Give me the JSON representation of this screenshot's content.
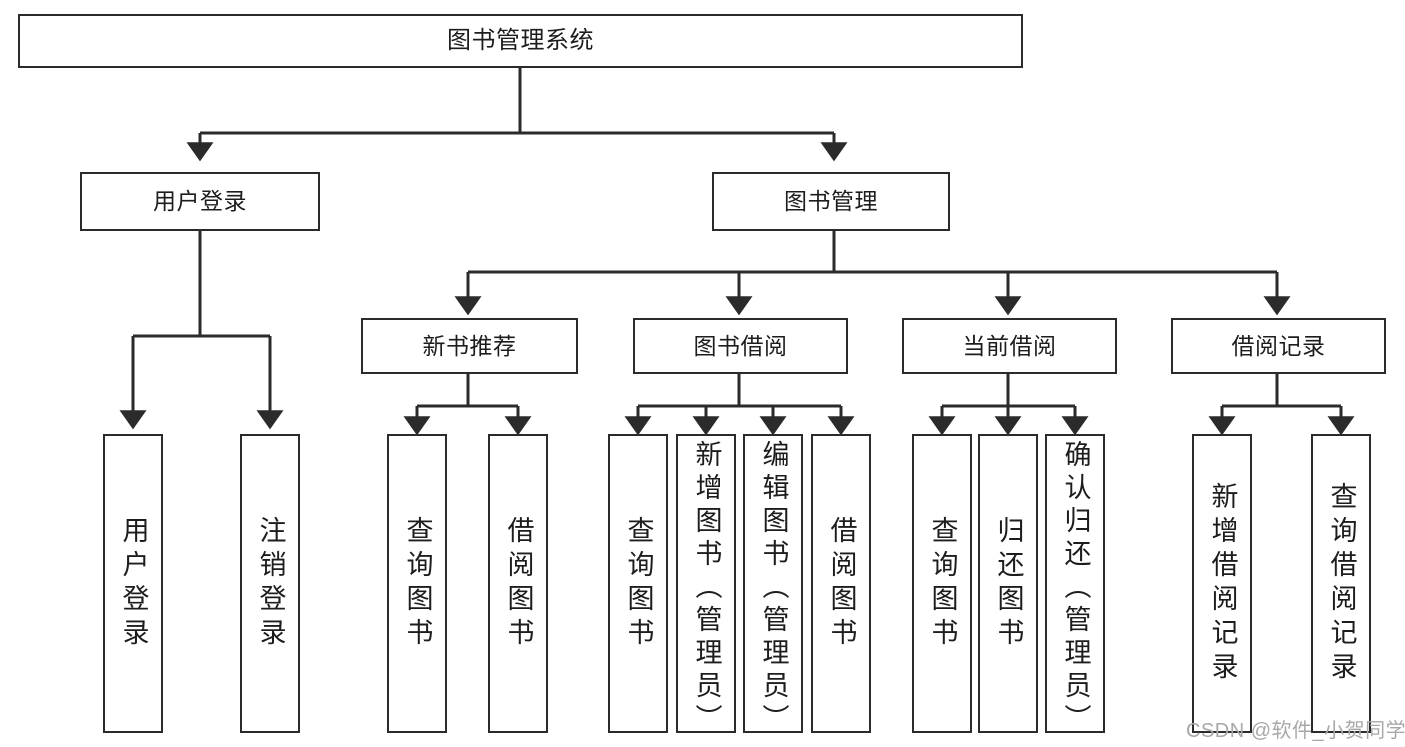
{
  "diagram": {
    "title": "图书管理系统",
    "type": "tree-hierarchy",
    "root": {
      "label": "图书管理系统"
    },
    "level1": [
      {
        "label": "用户登录"
      },
      {
        "label": "图书管理"
      }
    ],
    "level2": [
      {
        "label": "新书推荐"
      },
      {
        "label": "图书借阅"
      },
      {
        "label": "当前借阅"
      },
      {
        "label": "借阅记录"
      }
    ],
    "leaves": {
      "user_login": [
        {
          "label": "用户登录"
        },
        {
          "label": "注销登录"
        }
      ],
      "new_book_recommend": [
        {
          "label": "查询图书"
        },
        {
          "label": "借阅图书"
        }
      ],
      "book_borrow": [
        {
          "label": "查询图书"
        },
        {
          "label": "新增图书（管理员）"
        },
        {
          "label": "编辑图书（管理员）"
        },
        {
          "label": "借阅图书"
        }
      ],
      "current_borrow": [
        {
          "label": "查询图书"
        },
        {
          "label": "归还图书"
        },
        {
          "label": "确认归还（管理员）"
        }
      ],
      "borrow_record": [
        {
          "label": "新增借阅记录"
        },
        {
          "label": "查询借阅记录"
        }
      ]
    }
  },
  "watermark": {
    "text": "CSDN @软件_小贺同学"
  },
  "colors": {
    "stroke": "#2b2b2b",
    "background": "#ffffff",
    "text": "#1d1d1d",
    "watermark": "#a8a8a8"
  }
}
